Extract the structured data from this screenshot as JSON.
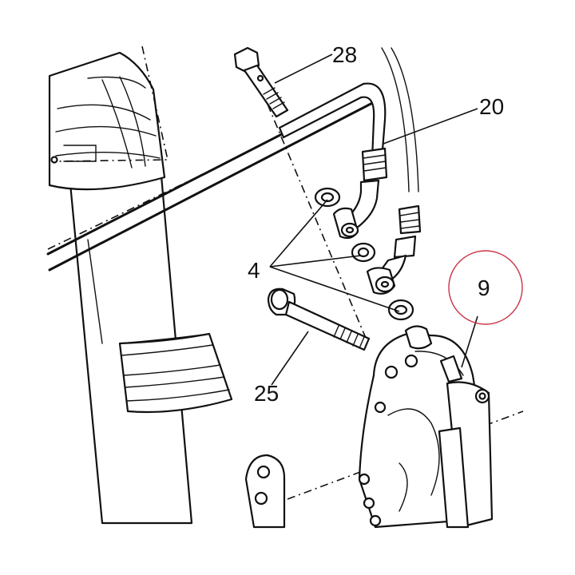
{
  "diagram": {
    "callouts": [
      {
        "id": "part-28",
        "label": "28"
      },
      {
        "id": "part-20",
        "label": "20"
      },
      {
        "id": "part-4",
        "label": "4"
      },
      {
        "id": "part-25",
        "label": "25"
      },
      {
        "id": "part-9",
        "label": "9"
      }
    ],
    "highlight_color": "#cc3344",
    "line_color": "#111111"
  }
}
